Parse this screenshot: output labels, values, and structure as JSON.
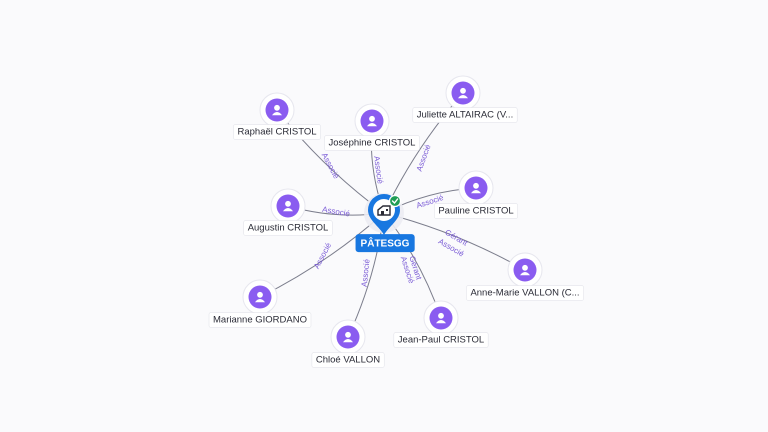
{
  "center": {
    "name": "PÂTESGG",
    "icon": "building-icon",
    "badge_icon": "check-badge-icon",
    "pin_color": "#1877e0",
    "badge_color": "#1f9d55"
  },
  "person_color": "#8a5cf0",
  "edge_label_color": "#7a5bd6",
  "person_icon": "person-icon",
  "people": [
    {
      "id": "raphael-cristol",
      "name": "Raphaël CRISTOL",
      "relations": [
        "Associé"
      ]
    },
    {
      "id": "josephine-cristol",
      "name": "Joséphine CRISTOL",
      "relations": [
        "Associé"
      ]
    },
    {
      "id": "juliette-altairac",
      "name": "Juliette ALTAIRAC (V...",
      "relations": [
        "Associé"
      ]
    },
    {
      "id": "augustin-cristol",
      "name": "Augustin CRISTOL",
      "relations": [
        "Associé"
      ]
    },
    {
      "id": "pauline-cristol",
      "name": "Pauline CRISTOL",
      "relations": [
        "Associé"
      ]
    },
    {
      "id": "anne-marie-vallon",
      "name": "Anne-Marie VALLON (C...",
      "relations": [
        "Gérant",
        "Associé"
      ]
    },
    {
      "id": "marianne-giordano",
      "name": "Marianne GIORDANO",
      "relations": [
        "Associé"
      ]
    },
    {
      "id": "chloe-vallon",
      "name": "Chloé VALLON",
      "relations": [
        "Associé"
      ]
    },
    {
      "id": "jean-paul-cristol",
      "name": "Jean-Paul CRISTOL",
      "relations": [
        "Gérant",
        "Associé"
      ]
    }
  ]
}
